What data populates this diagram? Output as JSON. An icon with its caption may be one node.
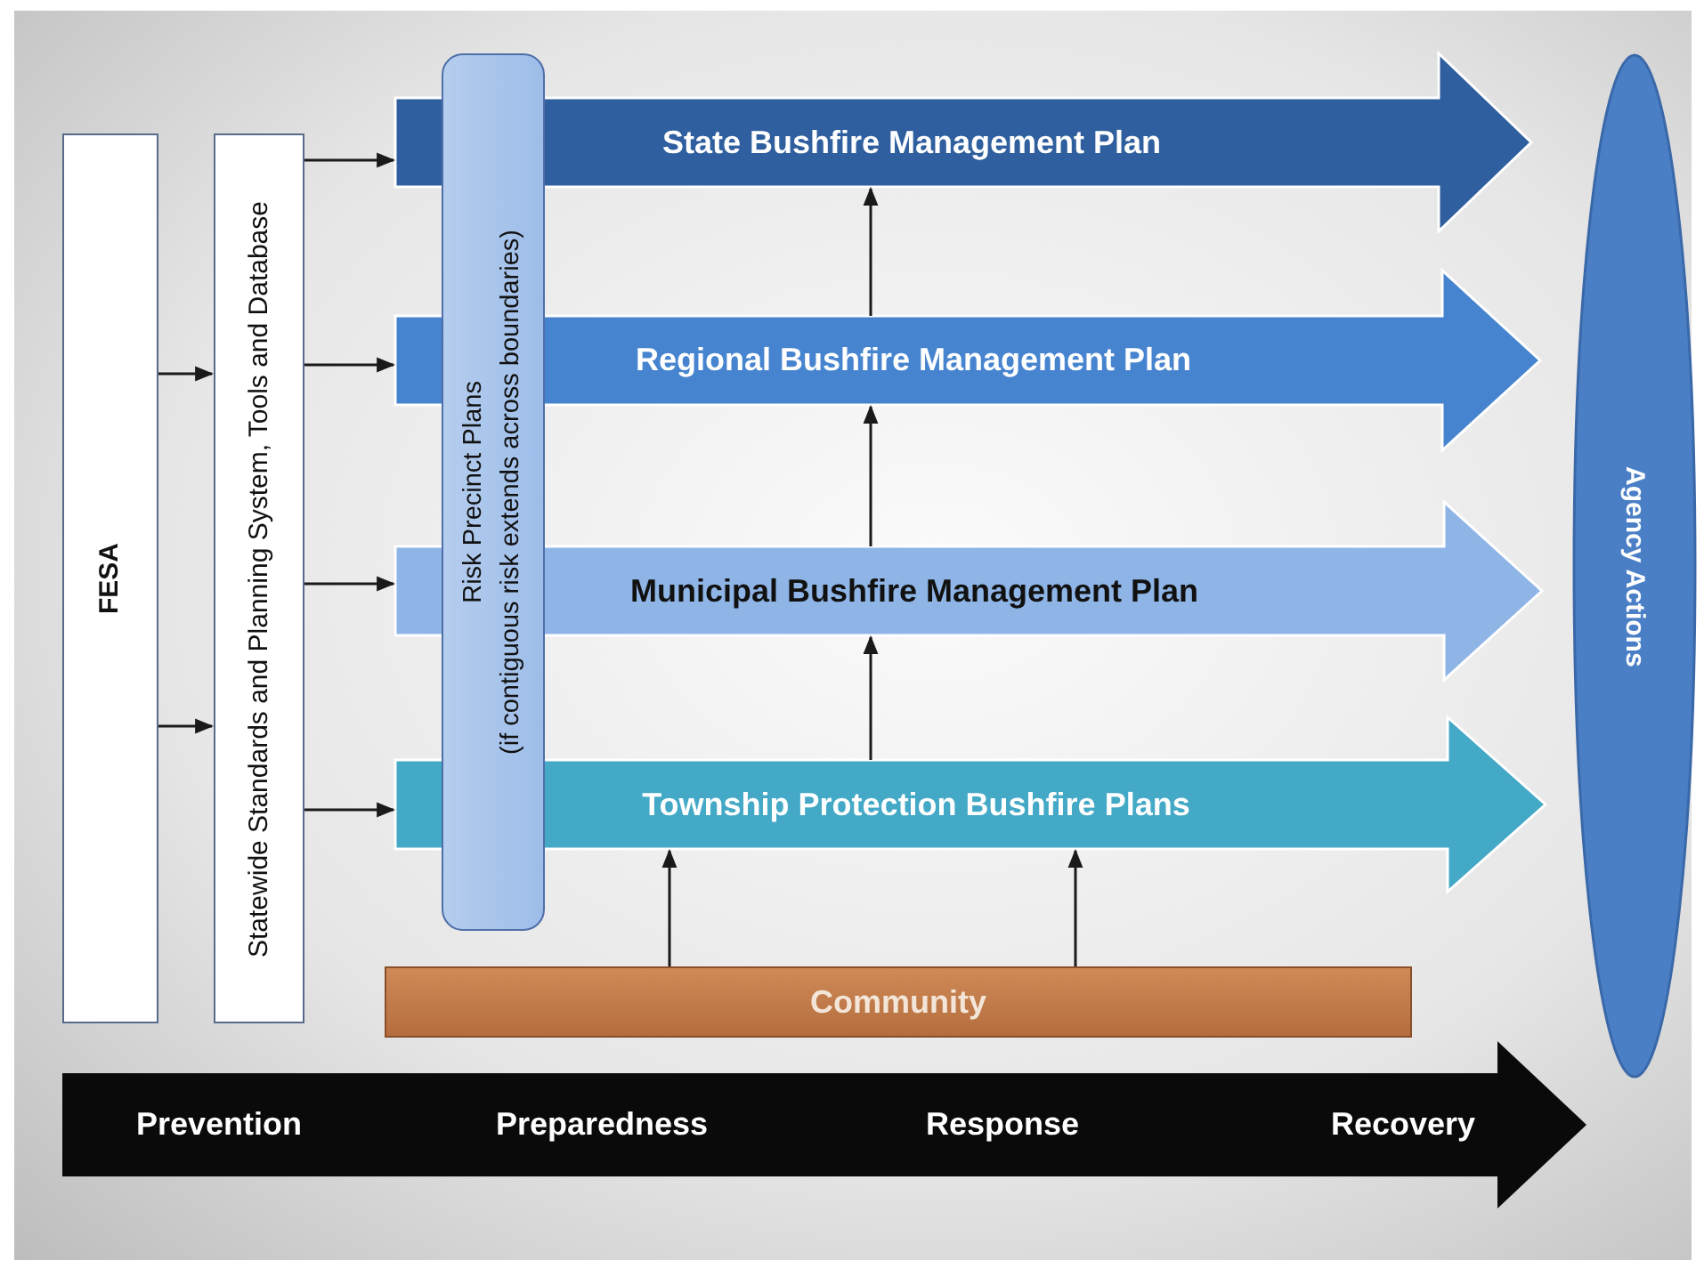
{
  "diagram": {
    "nodes": [
      {
        "text": [
          "FESA"
        ]
      },
      {
        "text": [
          "Statewide Standards and Planning System, Tools and Database"
        ]
      },
      {
        "text": [
          "Risk Precinct Plans",
          "(if contiguous risk extends across boundaries)"
        ]
      },
      {
        "text": [
          "State Bushfire Management Plan"
        ]
      },
      {
        "text": [
          "Regional Bushfire Management Plan"
        ]
      },
      {
        "text": [
          "Municipal Bushfire Management Plan"
        ]
      },
      {
        "text": [
          "Township Protection Bushfire Plans"
        ]
      },
      {
        "text": [
          "Community"
        ]
      },
      {
        "text": [
          "Agency Actions"
        ]
      },
      {
        "text": [
          "Prevention",
          "Preparedness",
          "Response",
          "Recovery"
        ]
      }
    ],
    "edges": [
      {
        "from": 0,
        "to": 1,
        "arrow": "to"
      },
      {
        "from": 0,
        "to": 1,
        "arrow": "to"
      },
      {
        "from": 1,
        "to": 3,
        "arrow": "to"
      },
      {
        "from": 1,
        "to": 4,
        "arrow": "to"
      },
      {
        "from": 1,
        "to": 5,
        "arrow": "to"
      },
      {
        "from": 1,
        "to": 6,
        "arrow": "to"
      },
      {
        "from": 4,
        "to": 3,
        "arrow": "to"
      },
      {
        "from": 5,
        "to": 4,
        "arrow": "to"
      },
      {
        "from": 6,
        "to": 5,
        "arrow": "to"
      },
      {
        "from": 7,
        "to": 6,
        "arrow": "to"
      },
      {
        "from": 7,
        "to": 6,
        "arrow": "to"
      }
    ]
  }
}
